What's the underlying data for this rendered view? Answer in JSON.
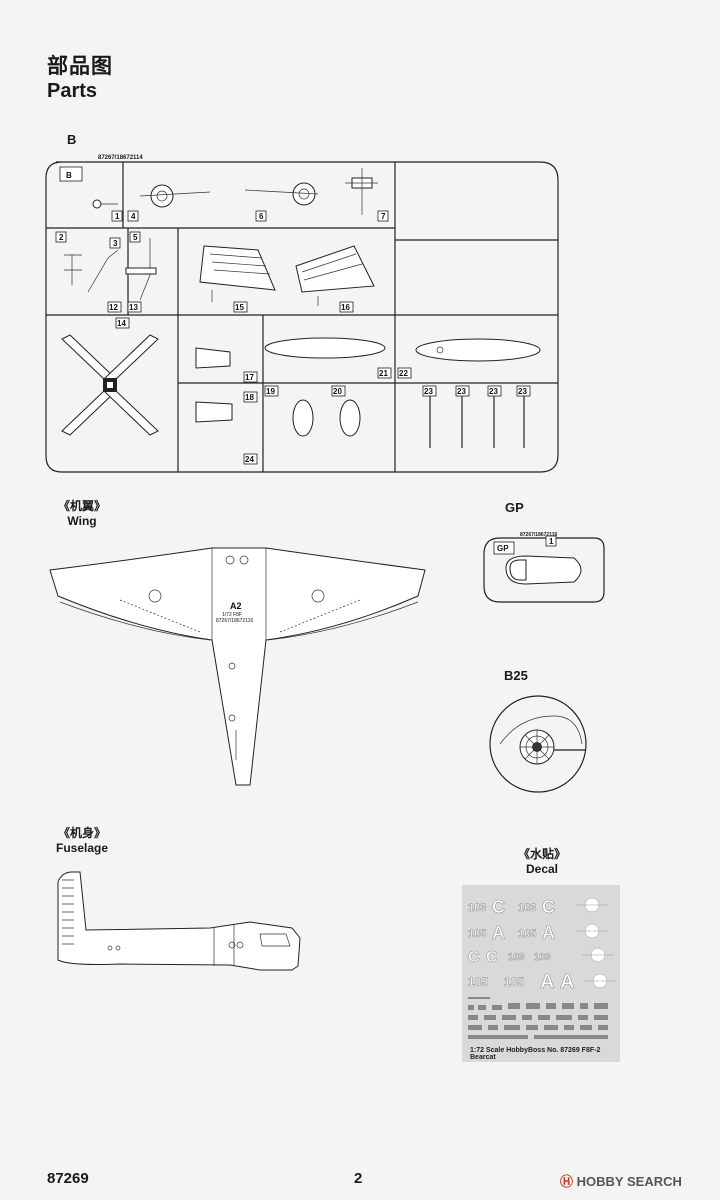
{
  "header": {
    "title_cn": "部品图",
    "title_en": "Parts"
  },
  "sprue_b": {
    "label": "B",
    "code": "87267/18672114",
    "part_numbers": [
      "1",
      "2",
      "3",
      "4",
      "5",
      "6",
      "7",
      "12",
      "13",
      "14",
      "15",
      "16",
      "17",
      "18",
      "19",
      "20",
      "21",
      "22",
      "23",
      "23",
      "23",
      "23",
      "24"
    ]
  },
  "wing": {
    "label_cn": "《机翼》",
    "label_en": "Wing",
    "part_code": "A2",
    "part_sub": "1/72 F8F",
    "part_code2": "87267/18672116"
  },
  "gp": {
    "label": "GP",
    "code": "87267/18672116",
    "part_number": "1",
    "tag": "GP"
  },
  "b25": {
    "label": "B25"
  },
  "fuselage": {
    "label_cn": "《机身》",
    "label_en": "Fuselage"
  },
  "decal": {
    "label_cn": "《水贴》",
    "label_en": "Decal",
    "rows": [
      [
        "103",
        "C",
        "103",
        "C"
      ],
      [
        "105",
        "A",
        "105",
        "A"
      ],
      [
        "C",
        "C",
        "103",
        "103"
      ],
      [
        "105",
        "105",
        "A",
        "A"
      ]
    ],
    "caption": "1:72 Scale HobbyBoss No. 87269 F8F-2 Bearcat"
  },
  "footer": {
    "kit_number": "87269",
    "page_number": "2",
    "watermark_brand": "HOBBY",
    "watermark_suffix": "SEARCH",
    "watermark_symbol": "Ⓗ"
  }
}
